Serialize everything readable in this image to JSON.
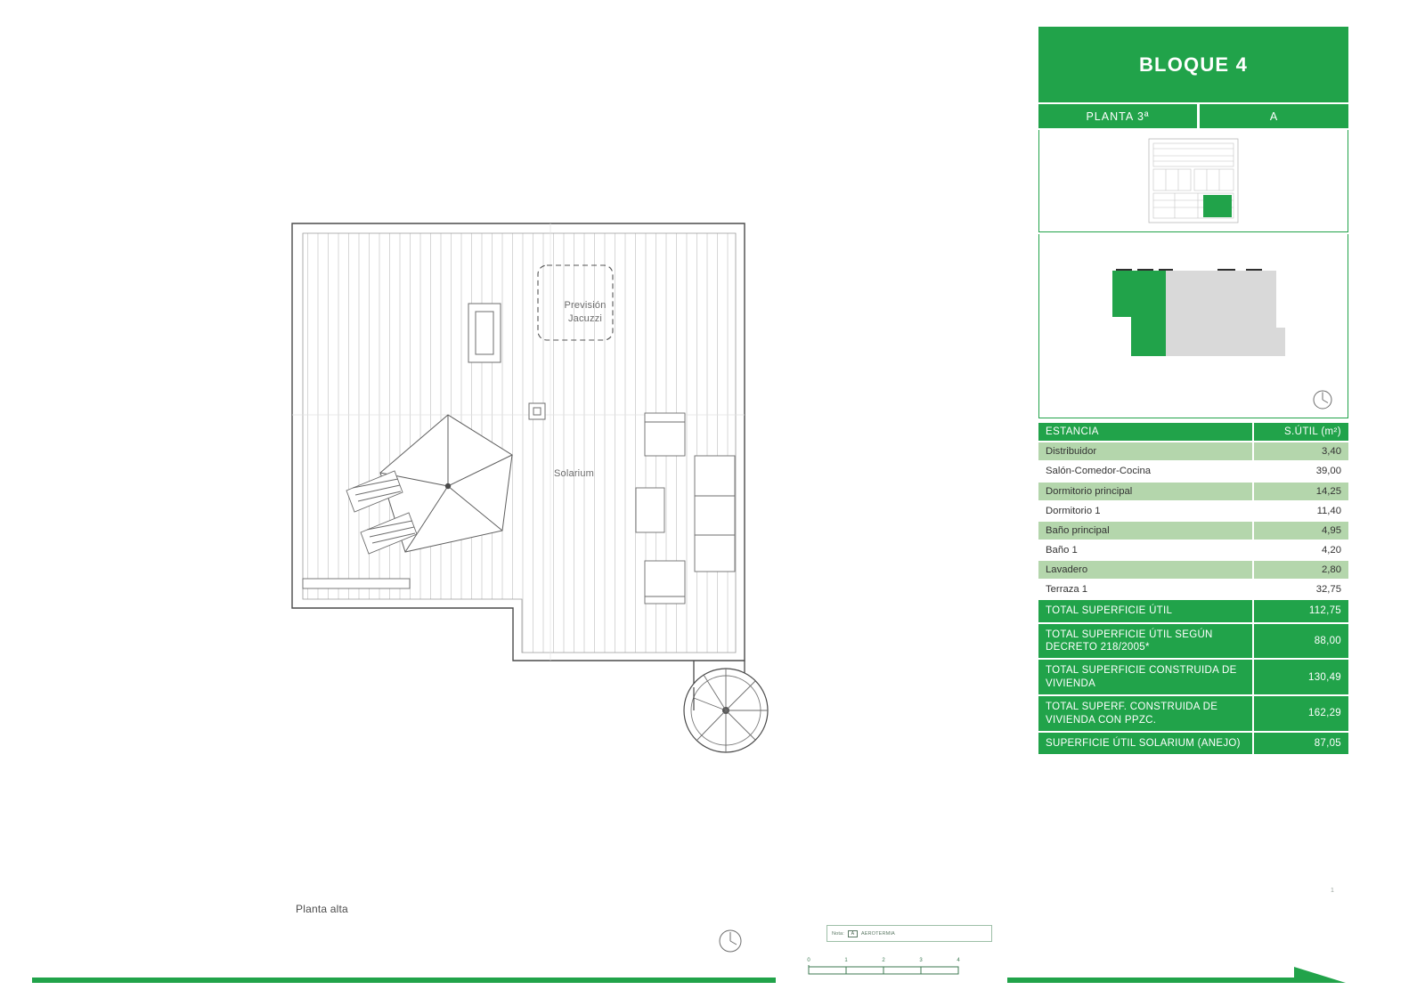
{
  "panel": {
    "title": "BLOQUE 4",
    "floor_label": "PLANTA 3ª",
    "unit_label": "A",
    "table": {
      "header": {
        "room": "ESTANCIA",
        "area": "S.ÚTIL (m²)"
      },
      "rows": [
        {
          "room": "Distribuidor",
          "area": "3,40"
        },
        {
          "room": "Salón-Comedor-Cocina",
          "area": "39,00"
        },
        {
          "room": "Dormitorio principal",
          "area": "14,25"
        },
        {
          "room": "Dormitorio 1",
          "area": "11,40"
        },
        {
          "room": "Baño principal",
          "area": "4,95"
        },
        {
          "room": "Baño 1",
          "area": "4,20"
        },
        {
          "room": "Lavadero",
          "area": "2,80"
        },
        {
          "room": "Terraza 1",
          "area": "32,75"
        }
      ],
      "totals": [
        {
          "room": "TOTAL SUPERFICIE ÚTIL",
          "area": "112,75"
        },
        {
          "room": "TOTAL SUPERFICIE ÚTIL SEGÚN DECRETO 218/2005*",
          "area": "88,00"
        },
        {
          "room": "TOTAL SUPERFICIE CONSTRUIDA DE VIVIENDA",
          "area": "130,49"
        },
        {
          "room": "TOTAL SUPERF. CONSTRUIDA DE VIVIENDA CON PPZC.",
          "area": "162,29"
        },
        {
          "room": "SUPERFICIE ÚTIL SOLARIUM (ANEJO)",
          "area": "87,05"
        }
      ]
    }
  },
  "plan": {
    "jacuzzi_label_line1": "Previsión",
    "jacuzzi_label_line2": "Jacuzzi",
    "solarium_label": "Solarium",
    "floor_caption": "Planta alta"
  },
  "note": {
    "prefix": "Nota:",
    "badge": "A",
    "text": "AEROTERMIA"
  },
  "scale": {
    "ticks": [
      "0",
      "1",
      "2",
      "3",
      "4"
    ]
  },
  "sheet": {
    "corner_mark": "1"
  },
  "colors": {
    "brand_green": "#21A34A",
    "shade_green": "#b4d6ac",
    "key_grey": "#d9d9d9"
  }
}
